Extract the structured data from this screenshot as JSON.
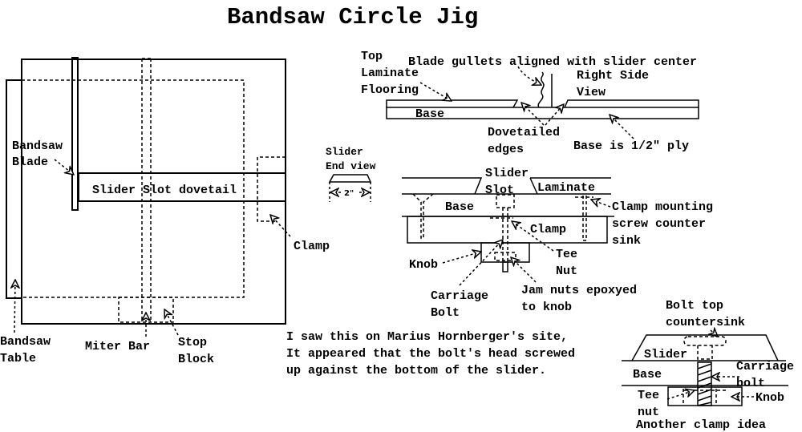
{
  "title": "Bandsaw Circle Jig",
  "top_view": {
    "slider_slot_label": "Slider Slot dovetail",
    "bandsaw_blade_label": [
      "Bandsaw",
      "Blade"
    ],
    "bandsaw_table_label": [
      "Bandsaw",
      "Table"
    ],
    "miter_bar_label": "Miter Bar",
    "stop_block_label": [
      "Stop",
      "Block"
    ],
    "clamp_label": "Clamp"
  },
  "right_side_view": {
    "top_laminate_label": [
      "Top",
      "Laminate",
      "Flooring"
    ],
    "blade_gullets_label": "Blade gullets aligned with slider center",
    "view_label": [
      "Right Side",
      "View"
    ],
    "base_label": "Base",
    "dovetailed_edges_label": [
      "Dovetailed",
      "edges"
    ],
    "base_ply_label": "Base is 1/2\" ply"
  },
  "slider_end_view": {
    "label": [
      "Slider",
      "End view"
    ],
    "dimension": "2\""
  },
  "clamp_section": {
    "slider_slot_label": [
      "Slider",
      "Slot"
    ],
    "laminate_label": "Laminate",
    "base_label": "Base",
    "clamp_label": "Clamp",
    "clamp_mounting_label": [
      "Clamp mounting",
      "screw counter",
      "sink"
    ],
    "knob_label": "Knob",
    "tee_nut_label": [
      "Tee",
      "Nut"
    ],
    "carriage_bolt_label": [
      "Carriage",
      "Bolt"
    ],
    "jam_nuts_label": [
      "Jam nuts epoxyed",
      "to knob"
    ]
  },
  "note": [
    "I saw this on Marius Hornberger's site,",
    "It appeared that the bolt's head screwed",
    "up against the bottom of the slider."
  ],
  "alt_clamp": {
    "bolt_top_label": [
      "Bolt top",
      "countersink"
    ],
    "slider_label": "Slider",
    "base_label": "Base",
    "carriage_bolt_label": [
      "Carriage",
      "bolt"
    ],
    "tee_nut_label": [
      "Tee",
      "nut"
    ],
    "knob_label": "Knob",
    "caption": "Another clamp idea"
  }
}
